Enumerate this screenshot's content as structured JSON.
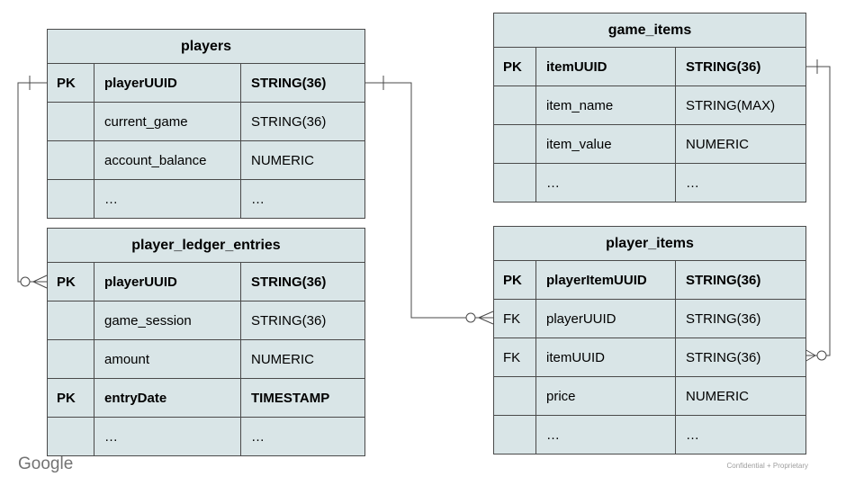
{
  "page": {
    "brand": "Google",
    "footer": "Confidential + Proprietary"
  },
  "colors": {
    "table_fill": "#d9e5e7",
    "border_color": "#4a4a4a"
  },
  "tables": {
    "players": {
      "title": "players",
      "rows": [
        {
          "key": "PK",
          "name": "playerUUID",
          "type": "STRING(36)"
        },
        {
          "key": "",
          "name": "current_game",
          "type": "STRING(36)"
        },
        {
          "key": "",
          "name": "account_balance",
          "type": "NUMERIC"
        },
        {
          "key": "",
          "name": "…",
          "type": "…"
        }
      ]
    },
    "game_items": {
      "title": "game_items",
      "rows": [
        {
          "key": "PK",
          "name": "itemUUID",
          "type": "STRING(36)"
        },
        {
          "key": "",
          "name": "item_name",
          "type": "STRING(MAX)"
        },
        {
          "key": "",
          "name": "item_value",
          "type": "NUMERIC"
        },
        {
          "key": "",
          "name": "…",
          "type": "…"
        }
      ]
    },
    "player_ledger_entries": {
      "title": "player_ledger_entries",
      "rows": [
        {
          "key": "PK",
          "name": "playerUUID",
          "type": "STRING(36)"
        },
        {
          "key": "",
          "name": "game_session",
          "type": "STRING(36)"
        },
        {
          "key": "",
          "name": "amount",
          "type": "NUMERIC"
        },
        {
          "key": "PK",
          "name": "entryDate",
          "type": "TIMESTAMP"
        },
        {
          "key": "",
          "name": "…",
          "type": "…"
        }
      ]
    },
    "player_items": {
      "title": "player_items",
      "rows": [
        {
          "key": "PK",
          "name": "playerItemUUID",
          "type": "STRING(36)"
        },
        {
          "key": "FK",
          "name": "playerUUID",
          "type": "STRING(36)"
        },
        {
          "key": "FK",
          "name": "itemUUID",
          "type": "STRING(36)"
        },
        {
          "key": "",
          "name": "price",
          "type": "NUMERIC"
        },
        {
          "key": "",
          "name": "…",
          "type": "…"
        }
      ]
    }
  }
}
